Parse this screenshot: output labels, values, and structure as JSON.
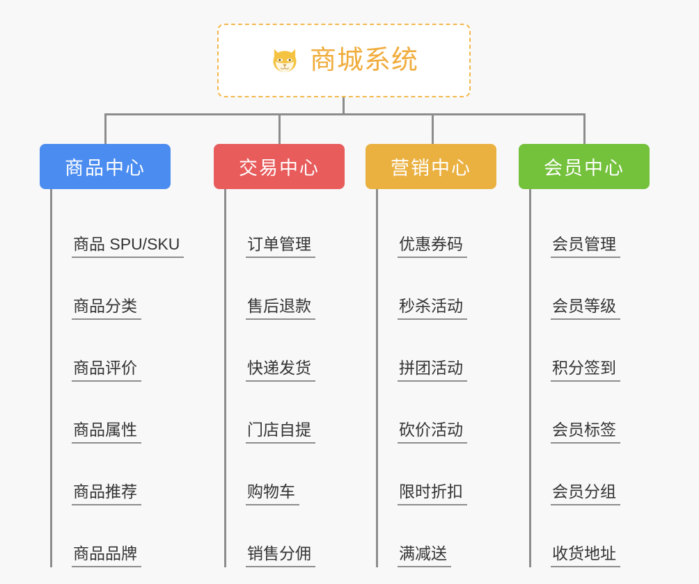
{
  "canvas": {
    "background": "#f8f8f8",
    "line_color": "#8c8c8c"
  },
  "root": {
    "title": "商城系统",
    "icon": "shiba-dog-face-icon",
    "border_color": "#f2b84b",
    "text_color": "#f0ac3c",
    "background": "#ffffff"
  },
  "branches": [
    {
      "id": "product-center",
      "label": "商品中心",
      "color": "#4a8cf0",
      "items": [
        {
          "label": "商品 SPU/SKU"
        },
        {
          "label": "商品分类"
        },
        {
          "label": "商品评价"
        },
        {
          "label": "商品属性"
        },
        {
          "label": "商品推荐"
        },
        {
          "label": "商品品牌"
        }
      ]
    },
    {
      "id": "trade-center",
      "label": "交易中心",
      "color": "#e85c5c",
      "items": [
        {
          "label": "订单管理"
        },
        {
          "label": "售后退款"
        },
        {
          "label": "快递发货"
        },
        {
          "label": "门店自提"
        },
        {
          "label": "购物车"
        },
        {
          "label": "销售分佣"
        }
      ]
    },
    {
      "id": "marketing-center",
      "label": "营销中心",
      "color": "#eab040",
      "items": [
        {
          "label": "优惠券码"
        },
        {
          "label": "秒杀活动"
        },
        {
          "label": "拼团活动"
        },
        {
          "label": "砍价活动"
        },
        {
          "label": "限时折扣"
        },
        {
          "label": "满减送"
        }
      ]
    },
    {
      "id": "member-center",
      "label": "会员中心",
      "color": "#74c13c",
      "items": [
        {
          "label": "会员管理"
        },
        {
          "label": "会员等级"
        },
        {
          "label": "积分签到"
        },
        {
          "label": "会员标签"
        },
        {
          "label": "会员分组"
        },
        {
          "label": "收货地址"
        }
      ]
    }
  ]
}
